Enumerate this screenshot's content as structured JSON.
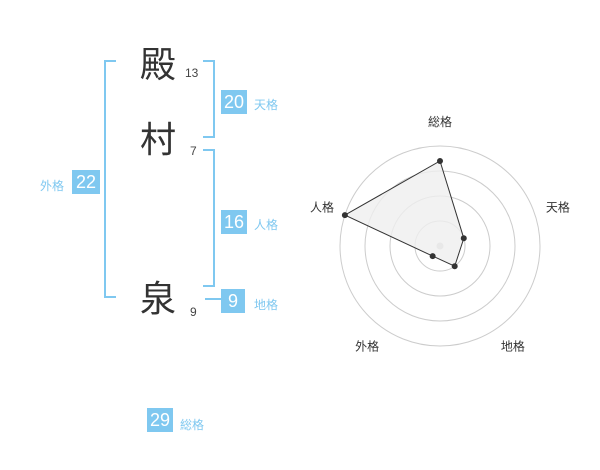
{
  "name": {
    "chars": [
      {
        "kanji": "殿",
        "strokes": "13"
      },
      {
        "kanji": "村",
        "strokes": "7"
      },
      {
        "kanji": "泉",
        "strokes": "9"
      }
    ]
  },
  "fortune": {
    "tenkaku": {
      "value": "20",
      "label": "天格"
    },
    "jinkaku": {
      "value": "16",
      "label": "人格"
    },
    "chikaku": {
      "value": "9",
      "label": "地格"
    },
    "gaikaku": {
      "value": "22",
      "label": "外格"
    },
    "soukaku": {
      "value": "29",
      "label": "総格"
    }
  },
  "chart_data": {
    "type": "radar",
    "axes": [
      "総格",
      "天格",
      "地格",
      "外格",
      "人格"
    ],
    "values": [
      3.4,
      1.0,
      1.0,
      0.5,
      4.0
    ],
    "range": [
      0,
      4
    ],
    "rings": 4,
    "colors": {
      "fill": "#efefef",
      "line": "#333333",
      "grid": "#cccccc",
      "accent": "#7fc8f0"
    }
  }
}
